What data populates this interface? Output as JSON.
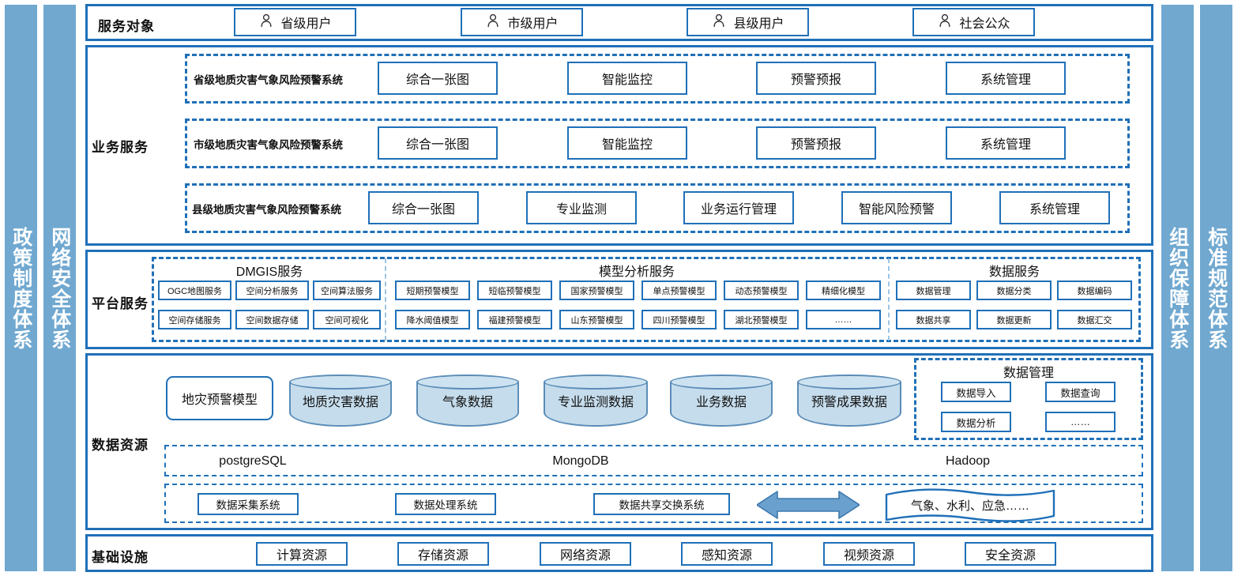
{
  "colors": {
    "frame_blue": "#1f70b8",
    "bar_blue": "#70a8d0",
    "cylinder_fill": "#c5dcec",
    "cylinder_stroke": "#5b8db8",
    "divider_blue": "#9cc4e4"
  },
  "side_bars": {
    "left": [
      {
        "name": "policy-system",
        "label": "政策制度体系"
      },
      {
        "name": "network-security-system",
        "label": "网络安全体系"
      }
    ],
    "right": [
      {
        "name": "organization-guarantee-system",
        "label": "组织保障体系"
      },
      {
        "name": "standard-specification-system",
        "label": "标准规范体系"
      }
    ]
  },
  "layers": {
    "audience": {
      "label": "服务对象",
      "items": [
        {
          "label": "省级用户",
          "icon": "person-icon"
        },
        {
          "label": "市级用户",
          "icon": "person-icon"
        },
        {
          "label": "县级用户",
          "icon": "person-icon"
        },
        {
          "label": "社会公众",
          "icon": "person-icon"
        }
      ]
    },
    "business": {
      "label": "业务服务",
      "rows": [
        {
          "system": "省级地质灾害气象风险预警系统",
          "modules": [
            "综合一张图",
            "智能监控",
            "预警预报",
            "系统管理"
          ]
        },
        {
          "system": "市级地质灾害气象风险预警系统",
          "modules": [
            "综合一张图",
            "智能监控",
            "预警预报",
            "系统管理"
          ]
        },
        {
          "system": "县级地质灾害气象风险预警系统",
          "modules": [
            "综合一张图",
            "专业监测",
            "业务运行管理",
            "智能风险预警",
            "系统管理"
          ]
        }
      ]
    },
    "platform": {
      "label": "平台服务",
      "groups": [
        {
          "title": "DMGIS服务",
          "row1": [
            "OGC地图服务",
            "空间分析服务",
            "空间算法服务"
          ],
          "row2": [
            "空间存储服务",
            "空间数据存储",
            "空间可视化"
          ]
        },
        {
          "title": "模型分析服务",
          "row1": [
            "短期预警模型",
            "短临预警模型",
            "国家预警模型",
            "单点预警模型",
            "动态预警模型",
            "精细化模型"
          ],
          "row2": [
            "降水阈值模型",
            "福建预警模型",
            "山东预警模型",
            "四川预警模型",
            "湖北预警模型",
            "……"
          ]
        },
        {
          "title": "数据服务",
          "row1": [
            "数据管理",
            "数据分类",
            "数据编码"
          ],
          "row2": [
            "数据共享",
            "数据更新",
            "数据汇交"
          ]
        }
      ]
    },
    "data": {
      "label": "数据资源",
      "model_box": "地灾预警模型",
      "cylinders": [
        "地质灾害数据",
        "气象数据",
        "专业监测数据",
        "业务数据",
        "预警成果数据"
      ],
      "data_management": {
        "title": "数据管理",
        "items": [
          "数据导入",
          "数据查询",
          "数据分析",
          "……"
        ]
      },
      "databases": [
        "postgreSQL",
        "MongoDB",
        "Hadoop"
      ],
      "systems": [
        "数据采集系统",
        "数据处理系统",
        "数据共享交换系统"
      ],
      "external": "气象、水利、应急……",
      "arrow_icon": "double-arrow-icon"
    },
    "infrastructure": {
      "label": "基础设施",
      "items": [
        "计算资源",
        "存储资源",
        "网络资源",
        "感知资源",
        "视频资源",
        "安全资源"
      ]
    }
  }
}
